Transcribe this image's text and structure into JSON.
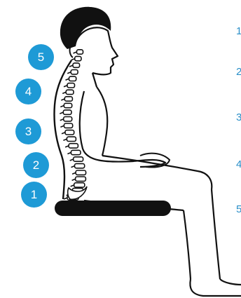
{
  "colors": {
    "marker": "#1e9ad6",
    "ink": "#111111",
    "seat": "#111111",
    "side_numbers": "#2a8fc8"
  },
  "markers": [
    {
      "label": "5",
      "level": "neck"
    },
    {
      "label": "4",
      "level": "upper-back"
    },
    {
      "label": "3",
      "level": "mid-back"
    },
    {
      "label": "2",
      "level": "lower-back"
    },
    {
      "label": "1",
      "level": "pelvis"
    }
  ],
  "side_numbers": [
    "1",
    "2",
    "3",
    "4",
    "5"
  ],
  "icons": {
    "figure": "seated-person-with-spine-icon",
    "seat": "seat-cushion-icon"
  }
}
